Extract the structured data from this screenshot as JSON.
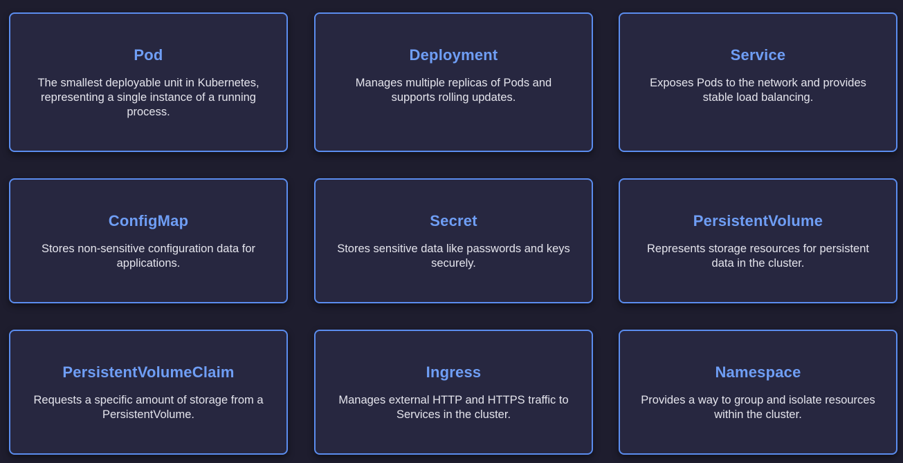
{
  "colors": {
    "background": "#1e1d2e",
    "card_background": "#272740",
    "card_border": "#5b8def",
    "title": "#6f9ef5",
    "text": "#e4e4ec"
  },
  "cards": [
    {
      "title": "Pod",
      "description": "The smallest deployable unit in Kubernetes, representing a single instance of a running process."
    },
    {
      "title": "Deployment",
      "description": "Manages multiple replicas of Pods and supports rolling updates."
    },
    {
      "title": "Service",
      "description": "Exposes Pods to the network and provides stable load balancing."
    },
    {
      "title": "ConfigMap",
      "description": "Stores non-sensitive configuration data for applications."
    },
    {
      "title": "Secret",
      "description": "Stores sensitive data like passwords and keys securely."
    },
    {
      "title": "PersistentVolume",
      "description": "Represents storage resources for persistent data in the cluster."
    },
    {
      "title": "PersistentVolumeClaim",
      "description": "Requests a specific amount of storage from a PersistentVolume."
    },
    {
      "title": "Ingress",
      "description": "Manages external HTTP and HTTPS traffic to Services in the cluster."
    },
    {
      "title": "Namespace",
      "description": "Provides a way to group and isolate resources within the cluster."
    }
  ]
}
